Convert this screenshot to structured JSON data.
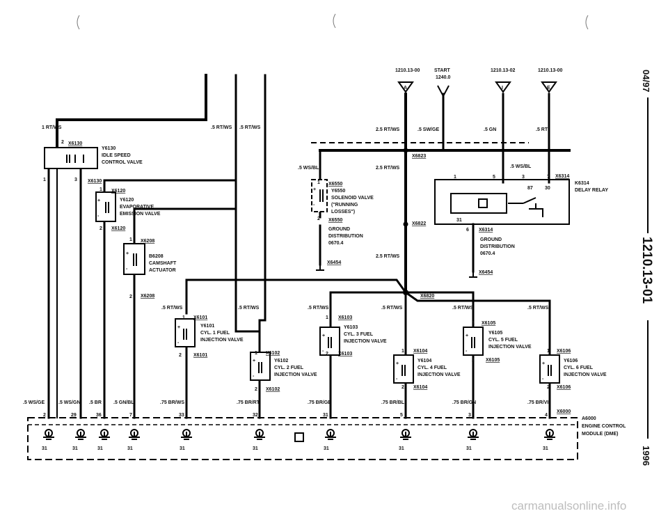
{
  "page": {
    "side_date": "04/97",
    "side_code": "1210.13-01",
    "side_year": "1996",
    "watermark": "carmanualsonline.info"
  },
  "refs": {
    "a": {
      "ref": "1210.13-00",
      "letter": "A"
    },
    "start": {
      "title": "START",
      "ref": "1240.0"
    },
    "i": {
      "ref": "1210.13-02",
      "letter": "I"
    },
    "e": {
      "ref": "1210.13-00",
      "letter": "E"
    }
  },
  "wires": {
    "top_left": "1 RT/WS",
    "top_mid1": ".5 RT/WS",
    "top_mid2": ".5 RT/WS",
    "a_main": "2.5 RT/WS",
    "start": ".5 SW/GE",
    "i": ".5 GN",
    "e": ".5 RT",
    "a_lower": "2.5 RT/WS",
    "a_bottom": "2.5 RT/WS",
    "ws_bl_left": ".5 WS/BL",
    "ws_bl_relay": ".5 WS/BL",
    "inj1": ".5 RT/WS",
    "inj2": ".5 RT/WS",
    "inj3": ".5 RT/WS",
    "inj4": ".5 RT/WS",
    "inj5": ".5 RT/WS",
    "inj6": ".5 RT/WS",
    "b1": ".5 WS/GE",
    "b2": ".5 WS/GN",
    "b3": ".5 BR",
    "b4": ".5 GN/BL",
    "b5": ".75 BR/WS",
    "b6": ".75 BR/RT",
    "b7": ".75 BR/GE",
    "b8": ".75 BR/BL",
    "b9": ".75 BR/GN",
    "b10": ".75 BR/VI"
  },
  "connectors": {
    "x6130a": "X6130",
    "x6130b": "X6130",
    "x6120a": "X6120",
    "x6120b": "X6120",
    "x6208a": "X6208",
    "x6208b": "X6208",
    "x6550a": "X6550",
    "x6550b": "X6550",
    "x6823": "X6823",
    "x6822": "X6822",
    "x6820": "X6820",
    "x6454a": "X6454",
    "x6454b": "X6454",
    "x6314a": "X6314",
    "x6314b": "X6314",
    "x6101a": "X6101",
    "x6101b": "X6101",
    "x6102a": "X6102",
    "x6102b": "X6102",
    "x6103a": "X6103",
    "x6103b": "X6103",
    "x6104a": "X6104",
    "x6104b": "X6104",
    "x6105a": "X6105",
    "x6105b": "X6105",
    "x6106a": "X6106",
    "x6106b": "X6106",
    "x6000": "X6000"
  },
  "pins": {
    "p2a": "2",
    "p1a": "1",
    "p3a": "3",
    "p1b": "1",
    "p2b": "2",
    "p1c": "1",
    "p2c": "2",
    "p1d": "1",
    "p2d": "2",
    "p1r": "1",
    "p5r": "5",
    "p3r": "3",
    "p7r": "7",
    "p87": "87",
    "p30": "30",
    "p31r": "31",
    "p6r": "6",
    "p_i1a": "1",
    "p_i1b": "2",
    "p_i2a": "1",
    "p_i2b": "2",
    "p_i3a": "1",
    "p_i3b": "2",
    "p_i4a": "1",
    "p_i4b": "2",
    "p_i5a": "1",
    "p_i5b": "2",
    "p_i6a": "1",
    "p_i6b": "2",
    "e2": "2",
    "e29": "29",
    "e36": "36",
    "e7": "7",
    "e33": "33",
    "e32": "32",
    "e31": "31",
    "e5": "5",
    "e3": "3",
    "e4": "4",
    "g1": "31",
    "g2": "31",
    "g3": "31",
    "g4": "31",
    "g5": "31",
    "g6": "31",
    "g7": "31",
    "g8": "31",
    "g9": "31",
    "g10": "31"
  },
  "components": {
    "y6130": [
      "Y6130",
      "IDLE SPEED",
      "CONTROL VALVE"
    ],
    "y6120": [
      "Y6120",
      "EVAPORATIVE",
      "EMISSION VALVE"
    ],
    "b6208": [
      "B6208",
      "CAMSHAFT",
      "ACTUATOR"
    ],
    "y6550": [
      "Y6550",
      "SOLENOID VALVE",
      "(\"RUNNING",
      "LOSSES\")"
    ],
    "gd1": [
      "GROUND",
      "DISTRIBUTION",
      "0670.4"
    ],
    "gd2": [
      "GROUND",
      "DISTRIBUTION",
      "0670.4"
    ],
    "k6314": [
      "K6314",
      "DELAY RELAY"
    ],
    "y6101": [
      "Y6101",
      "CYL. 1 FUEL",
      "INJECTION VALVE"
    ],
    "y6102": [
      "Y6102",
      "CYL. 2 FUEL",
      "INJECTION VALVE"
    ],
    "y6103": [
      "Y6103",
      "CYL. 3 FUEL",
      "INJECTION VALVE"
    ],
    "y6104": [
      "Y6104",
      "CYL. 4 FUEL",
      "INJECTION VALVE"
    ],
    "y6105": [
      "Y6105",
      "CYL. 5 FUEL",
      "INJECTION VALVE"
    ],
    "y6106": [
      "Y6106",
      "CYL. 6 FUEL",
      "INJECTION VALVE"
    ],
    "a6000": [
      "A6000",
      "ENGINE CONTROL",
      "MODULE (DME)"
    ]
  }
}
